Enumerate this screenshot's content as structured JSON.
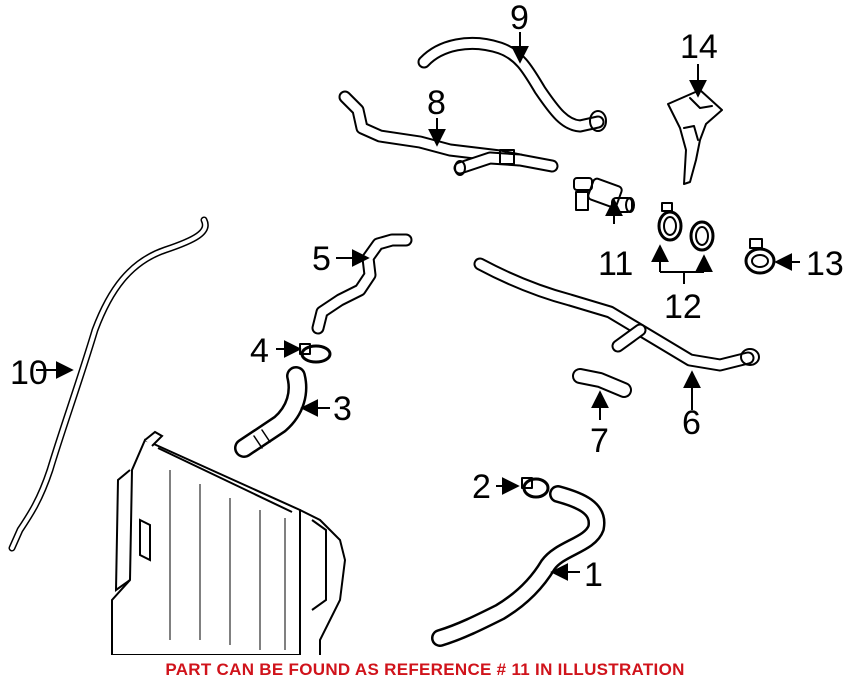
{
  "callouts": [
    "1",
    "2",
    "3",
    "4",
    "5",
    "6",
    "7",
    "8",
    "9",
    "10",
    "11",
    "12",
    "13",
    "14"
  ],
  "footer": {
    "text": "PART CAN BE FOUND AS REFERENCE # 11 IN ILLUSTRATION",
    "color": "#d0131b"
  }
}
